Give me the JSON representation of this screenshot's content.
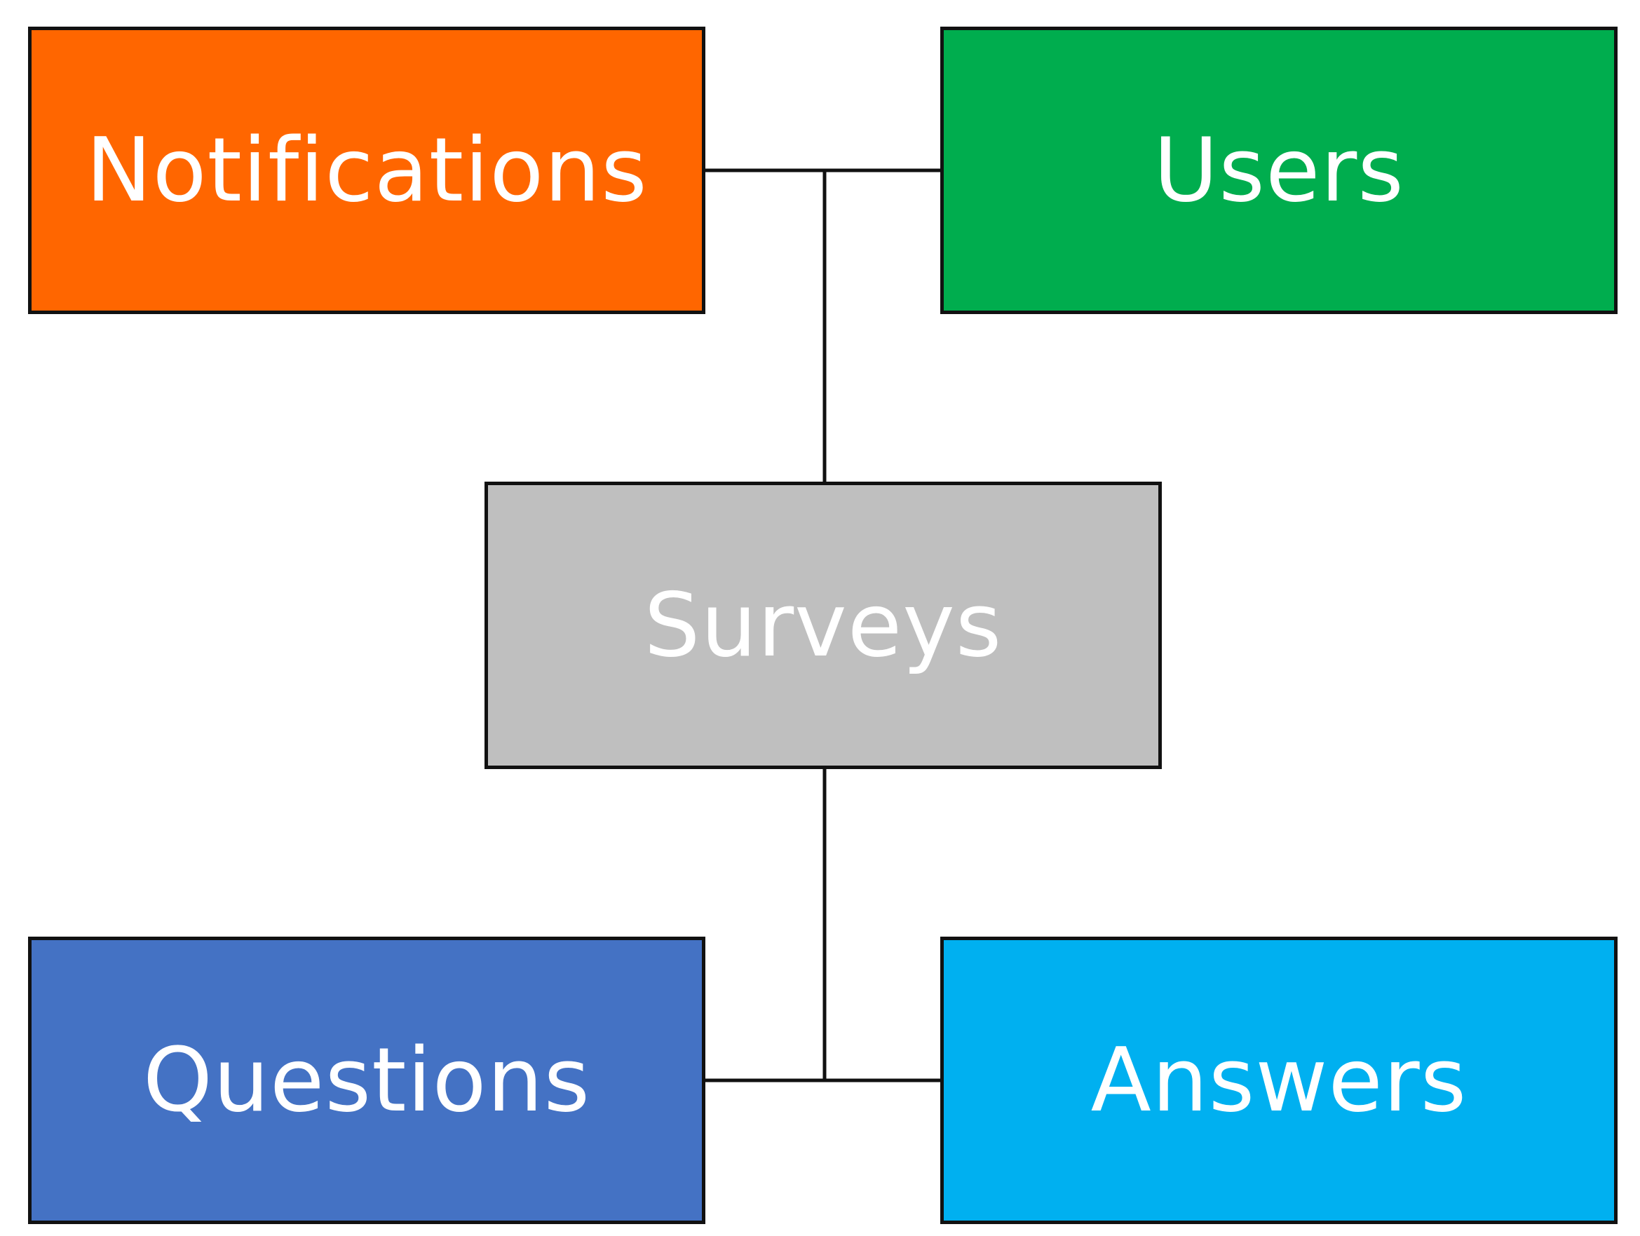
{
  "diagram": {
    "nodes": [
      {
        "id": "notifications",
        "label": "Notifications",
        "color": "#ff6600"
      },
      {
        "id": "users",
        "label": "Users",
        "color": "#00ad4e"
      },
      {
        "id": "surveys",
        "label": "Surveys",
        "color": "#bfbfbf"
      },
      {
        "id": "questions",
        "label": "Questions",
        "color": "#4472c4"
      },
      {
        "id": "answers",
        "label": "Answers",
        "color": "#00b0f0"
      }
    ],
    "edges": [
      {
        "from": "surveys",
        "to": "notifications"
      },
      {
        "from": "surveys",
        "to": "users"
      },
      {
        "from": "surveys",
        "to": "questions"
      },
      {
        "from": "surveys",
        "to": "answers"
      }
    ],
    "line_color": "#111111"
  }
}
